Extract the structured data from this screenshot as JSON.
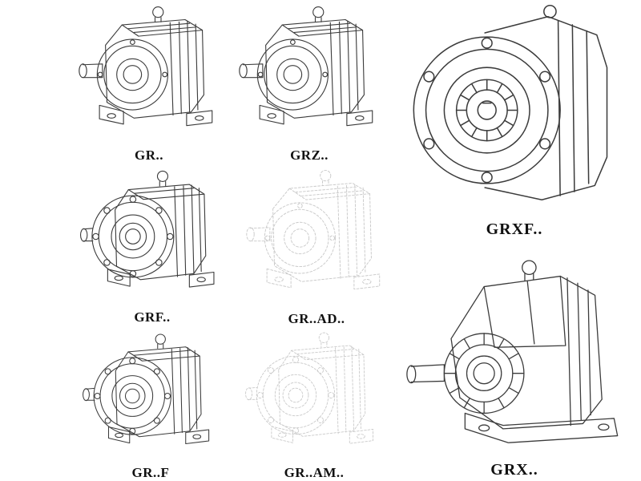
{
  "colors": {
    "ink": "#3c3c3c",
    "ghost": "#c9c9c9",
    "label": "#111111",
    "background": "#ffffff"
  },
  "products": [
    {
      "label": "GR..",
      "drawing_icon": "gearbox-inline-foot-iso-icon"
    },
    {
      "label": "GRZ..",
      "drawing_icon": "gearbox-inline-foot-iso-icon"
    },
    {
      "label": "GRXF..",
      "drawing_icon": "gearbox-flange-front-view-icon"
    },
    {
      "label": "GRF..",
      "drawing_icon": "gearbox-flange-iso-icon"
    },
    {
      "label": "GR..AD..",
      "drawing_icon": "gearbox-adapter-ghost-iso-icon"
    },
    {
      "label": "GR..F",
      "drawing_icon": "gearbox-flange-iso-icon"
    },
    {
      "label": "GR..AM..",
      "drawing_icon": "gearbox-adapter-ghost-iso-icon"
    },
    {
      "label": "GRX..",
      "drawing_icon": "gearbox-large-shaft-iso-icon"
    }
  ]
}
